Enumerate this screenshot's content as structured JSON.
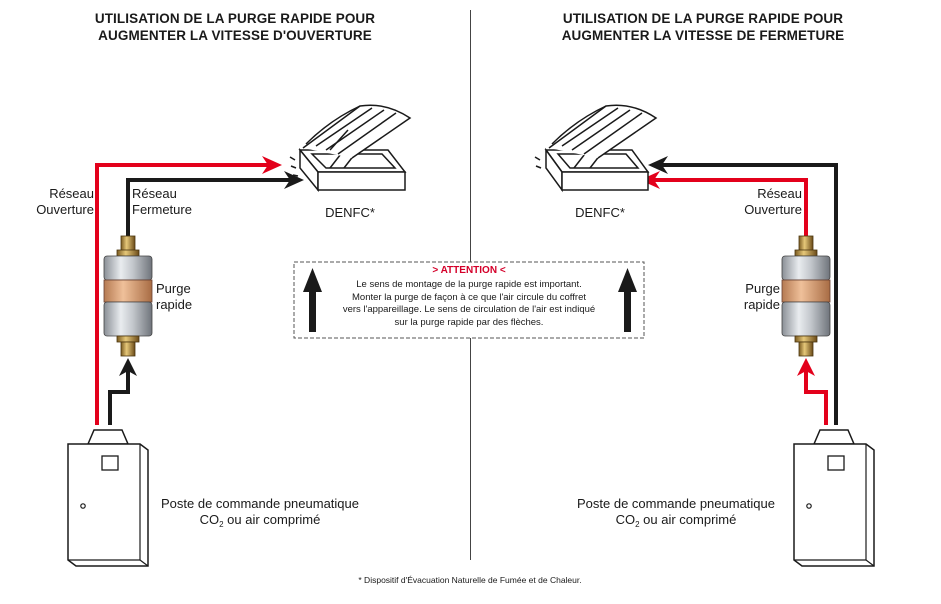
{
  "left": {
    "title_line1": "UTILISATION DE LA PURGE RAPIDE POUR",
    "title_line2": "AUGMENTER LA VITESSE D'OUVERTURE",
    "reseau_ouverture_1": "Réseau",
    "reseau_ouverture_2": "Ouverture",
    "reseau_fermeture_1": "Réseau",
    "reseau_fermeture_2": "Fermeture",
    "purge_1": "Purge",
    "purge_2": "rapide",
    "denfc": "DENFC*",
    "poste_1": "Poste de commande pneumatique",
    "poste_2_a": "CO",
    "poste_2_sub": "2",
    "poste_2_b": " ou air comprimé"
  },
  "right": {
    "title_line1": "UTILISATION DE LA PURGE RAPIDE POUR",
    "title_line2": "AUGMENTER LA VITESSE DE FERMETURE",
    "reseau_ouverture_1": "Réseau",
    "reseau_ouverture_2": "Ouverture",
    "purge_1": "Purge",
    "purge_2": "rapide",
    "denfc": "DENFC*",
    "poste_1": "Poste de commande pneumatique",
    "poste_2_a": "CO",
    "poste_2_sub": "2",
    "poste_2_b": " ou air comprimé"
  },
  "attention": {
    "title": "> ATTENTION <",
    "line1": "Le sens de montage de la purge rapide est important.",
    "line2": "Monter la purge de façon à ce que l'air circule du coffret",
    "line3": "vers l'appareillage. Le sens de circulation de l'air est indiqué",
    "line4": "sur la purge rapide par des flèches."
  },
  "footnote": "* Dispositif d'Évacuation Naturelle de Fumée et de Chaleur.",
  "colors": {
    "red_line": "#e3001b",
    "black_line": "#1a1a1a",
    "attention_red": "#d4002a",
    "filter_band": "#d9a27c"
  }
}
